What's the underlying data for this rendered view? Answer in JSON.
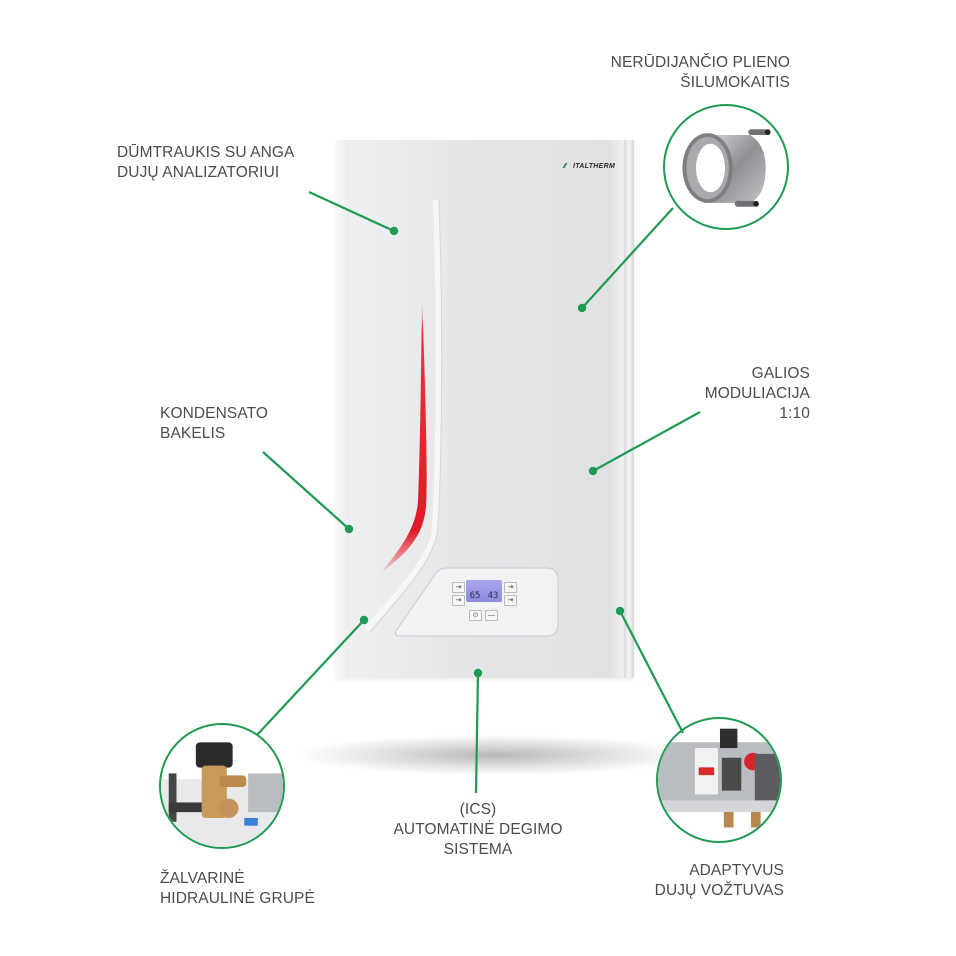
{
  "brand": {
    "logo_text": "ITALTHERM",
    "accent_color": "#1f9a52",
    "swoosh_color": "#e8202a"
  },
  "display": {
    "left_value": "65",
    "right_value": "43",
    "lcd_color": "#9c99e8"
  },
  "labels": {
    "flue": {
      "line1": "DŪMTRAUKIS SU ANGA",
      "line2": "DUJŲ ANALIZATORIUI"
    },
    "heat_exchanger": {
      "line1": "NERŪDIJANČIO PLIENO",
      "line2": "ŠILUMOKAITIS"
    },
    "modulation": {
      "line1": "GALIOS",
      "line2": "MODULIACIJA",
      "line3": "1:10"
    },
    "condensate": {
      "line1": "KONDENSATO",
      "line2": "BAKELIS"
    },
    "ignition": {
      "line1": "(ICS)",
      "line2": "AUTOMATINĖ DEGIMO",
      "line3": "SISTEMA"
    },
    "hydraulic": {
      "line1": "ŽALVARINĖ",
      "line2": "HIDRAULINĖ GRUPĖ"
    },
    "gas_valve": {
      "line1": "ADAPTYVUS",
      "line2": "DUJŲ VOŽTUVAS"
    }
  },
  "circles": [
    {
      "name": "heat-exchanger-photo",
      "subject": "stainless steel coil heat exchanger"
    },
    {
      "name": "hydraulic-group-photo",
      "subject": "brass hydraulic group"
    },
    {
      "name": "gas-valve-photo",
      "subject": "adaptive gas valve"
    }
  ]
}
